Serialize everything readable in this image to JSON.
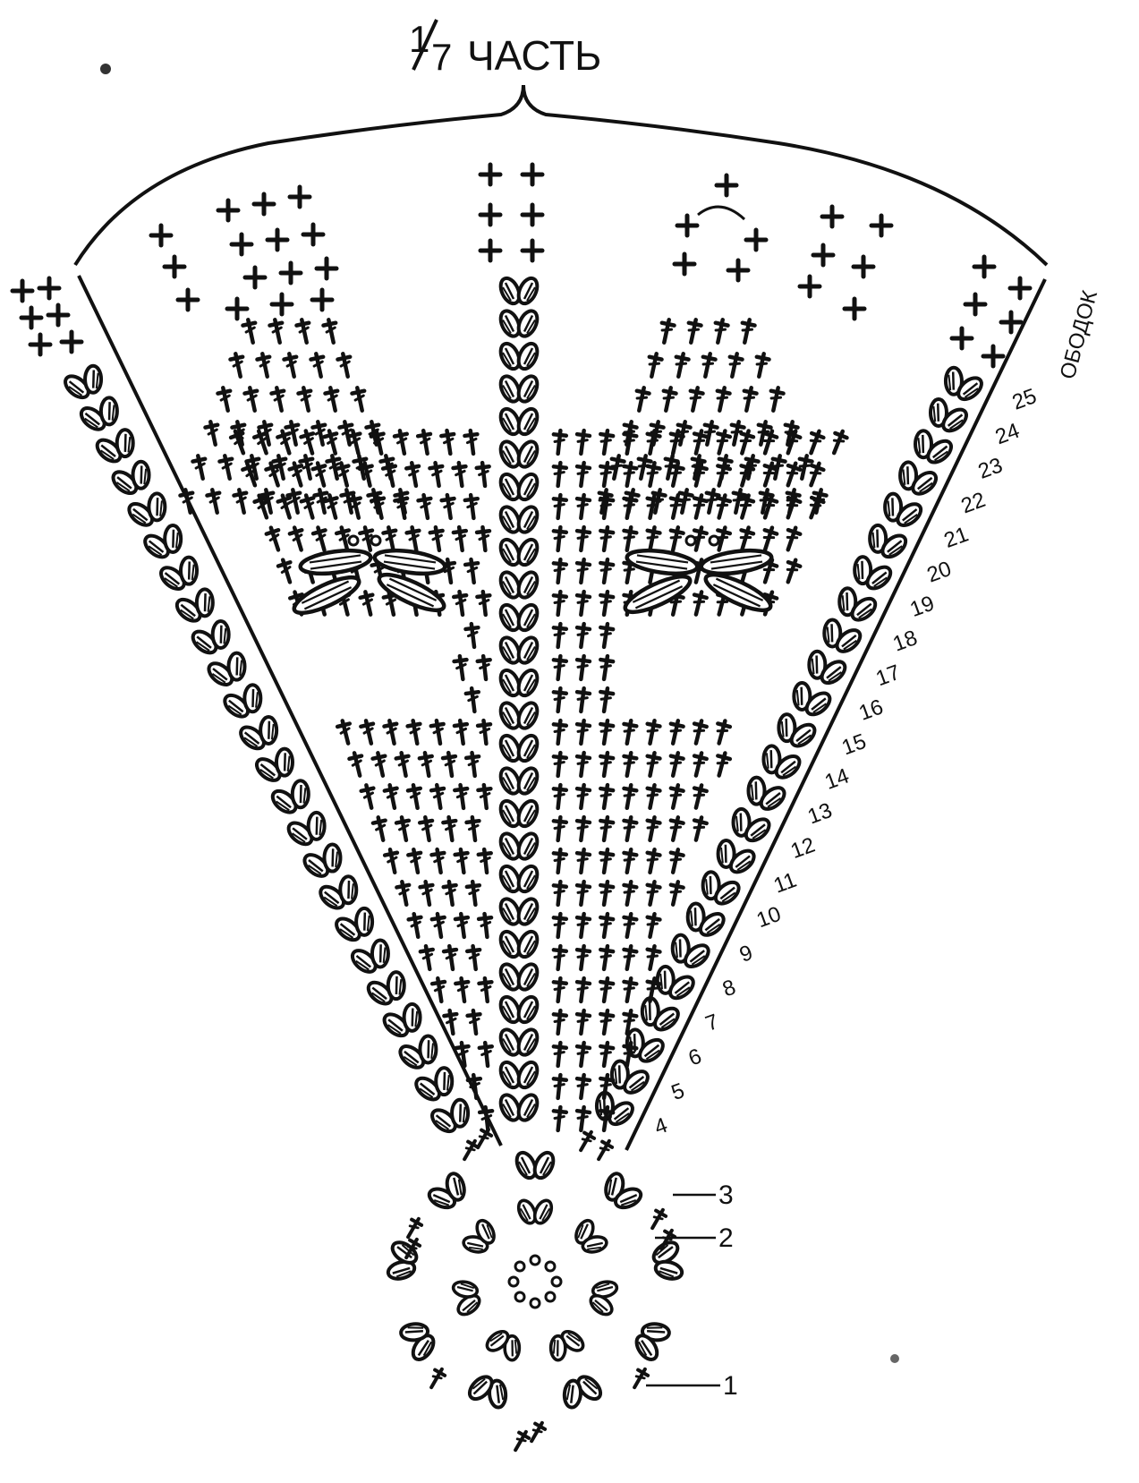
{
  "title": {
    "fraction": "1/7",
    "fraction_numerator": "1",
    "fraction_denominator": "7",
    "word": "ЧАСТЬ"
  },
  "rim_label": "ОБОДОК",
  "fan_rows": [
    "4",
    "5",
    "6",
    "7",
    "8",
    "9",
    "10",
    "11",
    "12",
    "13",
    "14",
    "15",
    "16",
    "17",
    "18",
    "19",
    "20",
    "21",
    "22",
    "23",
    "24",
    "25"
  ],
  "center_rows": [
    "1",
    "2",
    "3"
  ],
  "colors": {
    "ink": "#111111",
    "background": "#ffffff"
  },
  "symbols": [
    "single-crochet-cross",
    "double-crochet-stitch",
    "leaf-cluster",
    "chain-ring",
    "bracket"
  ]
}
